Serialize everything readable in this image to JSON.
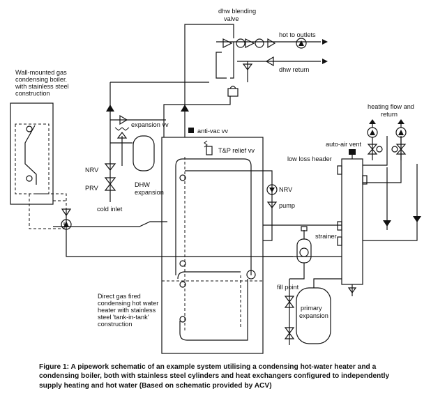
{
  "labels": {
    "blending_valve_1": "dhw blending",
    "blending_valve_2": "valve",
    "hot_to_outlets": "hot to outlets",
    "dhw_return": "dhw return",
    "boiler_1": "Wall-mounted gas",
    "boiler_2": "condensing boiler.",
    "boiler_3": "with stainless steel",
    "boiler_4": "construction",
    "heating_1": "heating flow and",
    "heating_2": "return",
    "expansion_vv": "expansion vv",
    "anti_vac_vv": "anti-vac vv",
    "auto_air_vent": "auto-air vent",
    "tp_relief_vv": "T&P relief vv",
    "low_loss_header": "low loss header",
    "nrv_left": "NRV",
    "prv": "PRV",
    "cold_inlet": "cold inlet",
    "dhw_expansion_1": "DHW",
    "dhw_expansion_2": "expansion",
    "nrv_right": "NRV",
    "pump": "pump",
    "strainer": "strainer",
    "fill_point": "fill point",
    "primary_1": "primary",
    "primary_2": "expansion",
    "heater_1": "Direct gas fired",
    "heater_2": "condensing hot water",
    "heater_3": "heater with stainless",
    "heater_4": "steel 'tank-in-tank'",
    "heater_5": "construction"
  },
  "caption": "Figure 1: A pipework schematic of an example system utilising a condensing hot-water heater and a condensing boiler, both with stainless steel cylinders and heat exchangers configured to independently supply heating and hot water (Based on schematic provided by ACV)"
}
